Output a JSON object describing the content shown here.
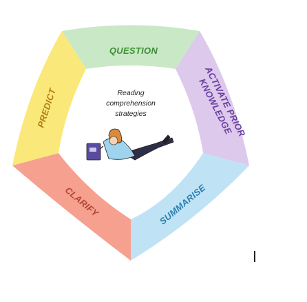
{
  "diagram": {
    "center": {
      "lines": [
        "Reading",
        "comprehension",
        "strategies"
      ]
    },
    "segments": [
      {
        "label": "QUESTION",
        "fill": "#c9e8c5",
        "text_color": "#3f8f3a"
      },
      {
        "label": "ACTIVATE PRIOR",
        "label2": "KNOWLEDGE",
        "fill": "#dcc9ec",
        "text_color": "#6a3fa0"
      },
      {
        "label": "SUMMARISE",
        "fill": "#bfe3f5",
        "text_color": "#2a7fb0"
      },
      {
        "label": "CLARIFY",
        "fill": "#f6a090",
        "text_color": "#b24636"
      },
      {
        "label": "PREDICT",
        "fill": "#fae97a",
        "text_color": "#b07d16"
      }
    ],
    "colors": {
      "inner_fill": "#ffffff",
      "book": "#5a4aa0",
      "hair": "#d98a3a",
      "shirt": "#9fd3ee",
      "pants": "#2e2e48",
      "outline": "#222222"
    },
    "icons": [
      "reading-person-icon",
      "book-icon"
    ]
  }
}
